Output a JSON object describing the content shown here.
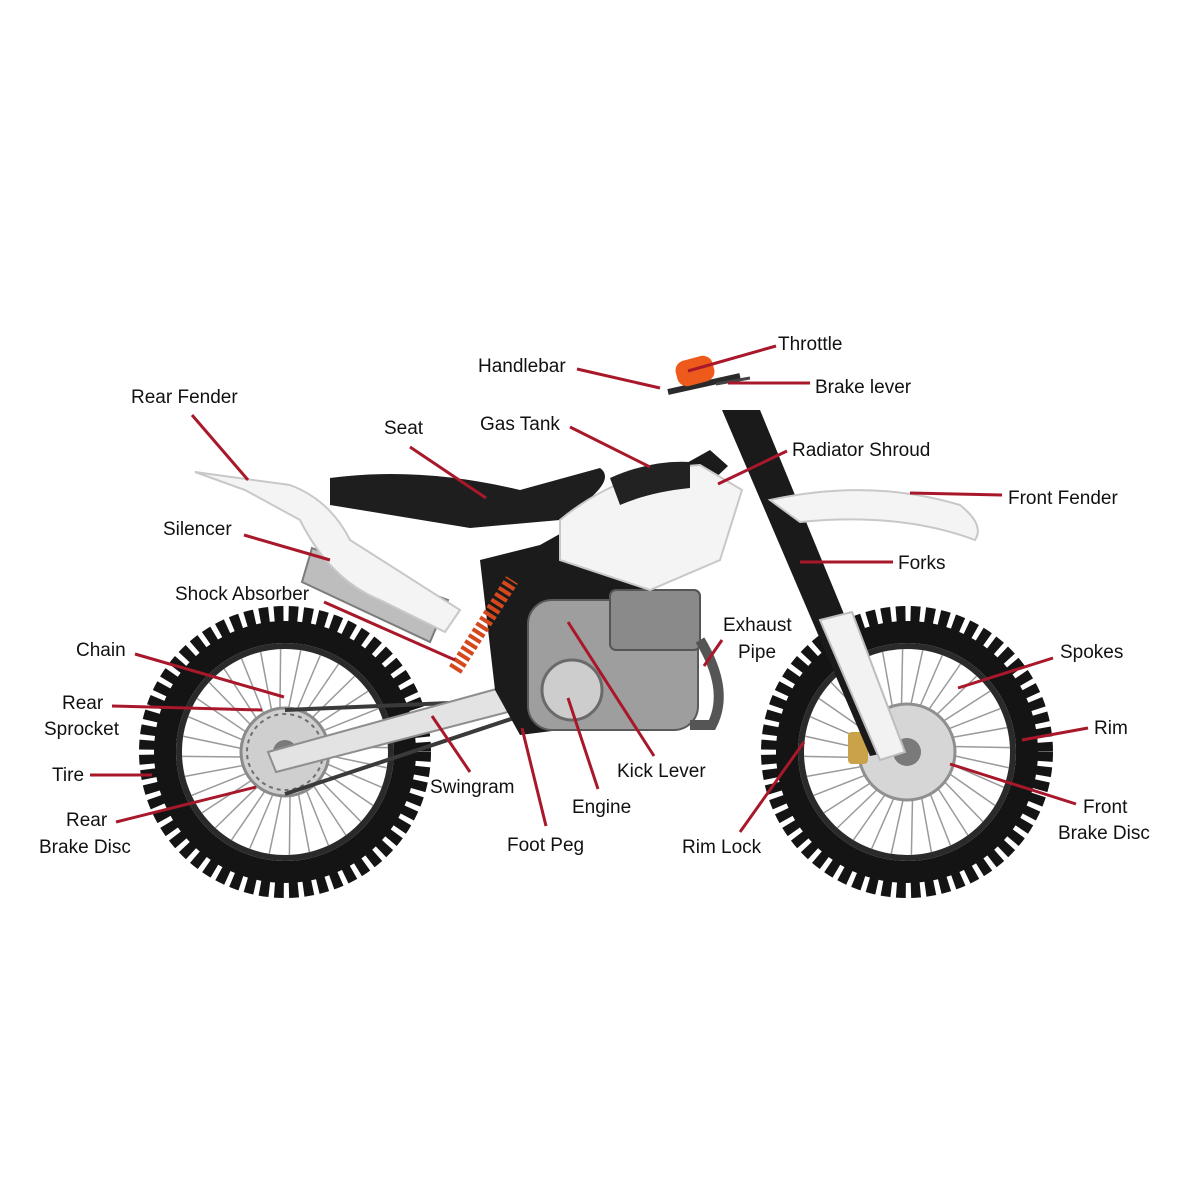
{
  "colors": {
    "leader": "#a8182a",
    "text": "#111111",
    "tire": "#141414",
    "frame": "#1b1b1b",
    "plastic": "#f4f4f4",
    "grip": "#ee5a1c",
    "spring": "#d5481c",
    "metal": "#b8b8b8"
  },
  "labels": {
    "throttle": "Throttle",
    "handlebar": "Handlebar",
    "brake_lever": "Brake lever",
    "rear_fender": "Rear Fender",
    "seat": "Seat",
    "gas_tank": "Gas Tank",
    "radiator_shroud": "Radiator Shroud",
    "front_fender": "Front Fender",
    "silencer": "Silencer",
    "forks": "Forks",
    "shock_absorber": "Shock Absorber",
    "exhaust_pipe": [
      "Exhaust",
      "Pipe"
    ],
    "chain": "Chain",
    "spokes": "Spokes",
    "rear_sprocket": [
      "Rear",
      "Sprocket"
    ],
    "rim": "Rim",
    "tire": "Tire",
    "kick_lever": "Kick Lever",
    "swingarm": "Swingram",
    "engine": "Engine",
    "rear_brake_disc": [
      "Rear",
      "Brake Disc"
    ],
    "front_brake_disc": [
      "Front",
      "Brake Disc"
    ],
    "foot_peg": "Foot Peg",
    "rim_lock": "Rim Lock"
  }
}
